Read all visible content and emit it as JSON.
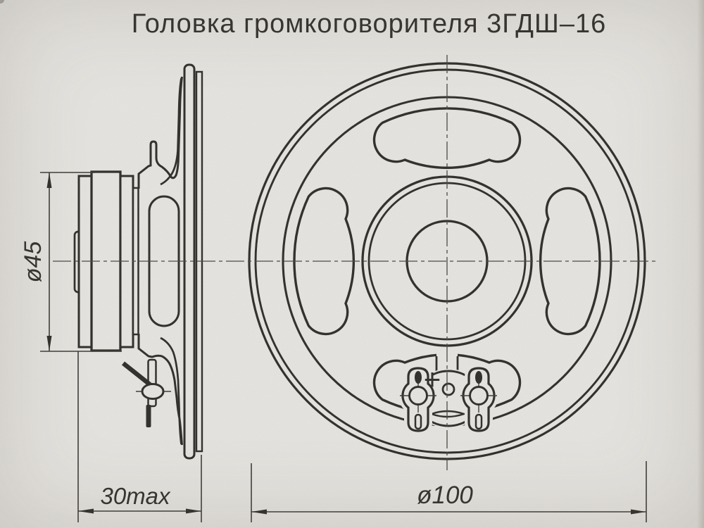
{
  "title": "Головка громкоговорителя 3ГДШ–16",
  "dimensions": {
    "magnet_diameter": "ø45",
    "depth_max": "30max",
    "overall_diameter": "ø100"
  },
  "terminal": {
    "polarity": "+"
  },
  "colors": {
    "paper": "#e8e6e2",
    "ink": "#302e2a",
    "thin_ink": "#3d3b35"
  }
}
